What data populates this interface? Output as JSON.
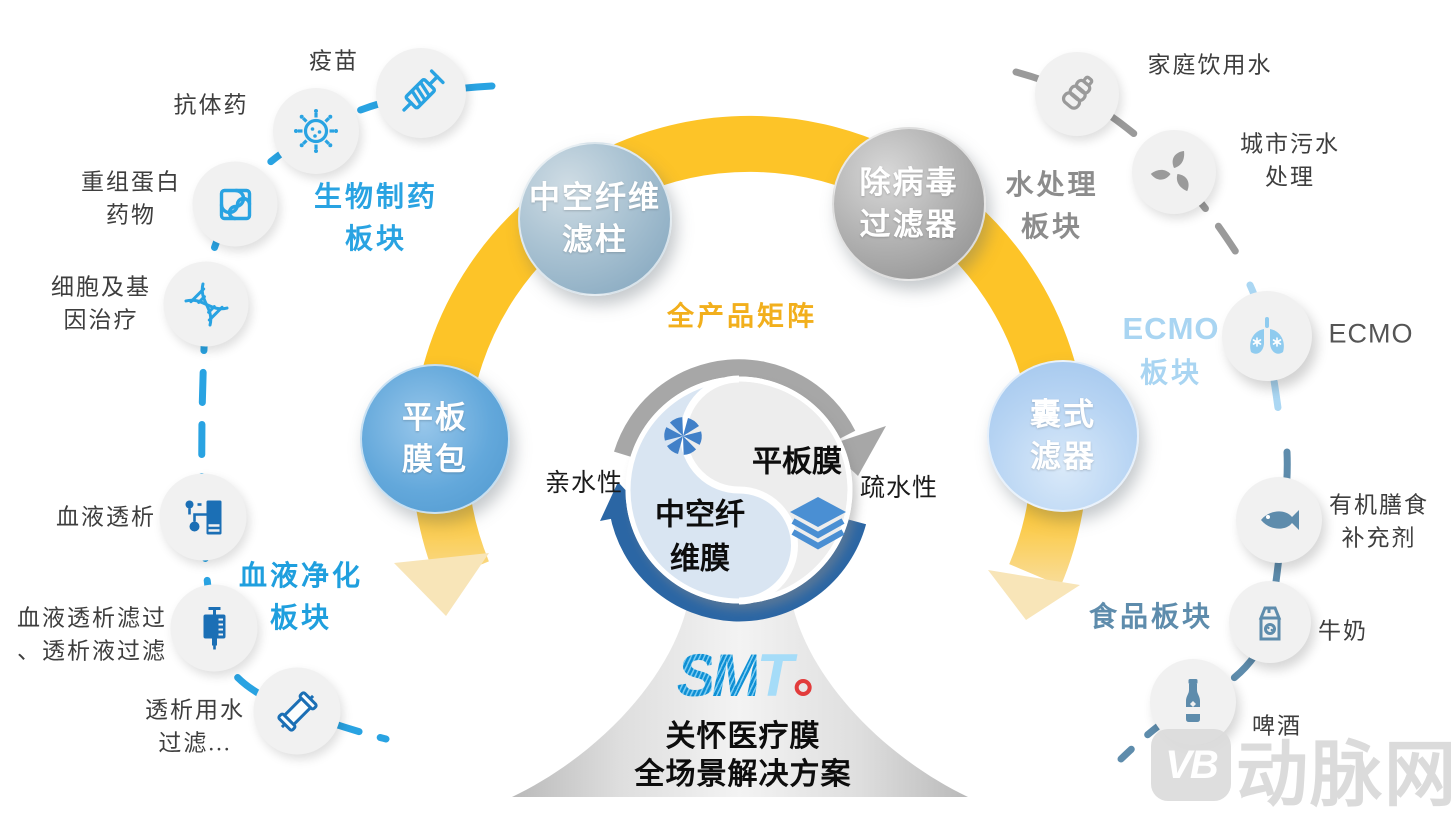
{
  "colors": {
    "ring_gold": "#FDC428",
    "ring_fade": "#F8E5B8",
    "matrix_gold": "#F2AF1C",
    "biopharma_blue": "#29A3E2",
    "blood_blue": "#1B6FB5",
    "water_gray": "#9A9A9A",
    "ecmo_light_blue": "#A9D5F2",
    "food_steel_blue": "#5E8CAC",
    "cycle_arrow_gray": "#A7A7A7",
    "cycle_arrow_blue": "#2B66A4",
    "yin_fill": "#D9E5F2",
    "yang_fill": "#EDEDED",
    "logo_blue": "#1FA0E0",
    "logo_red": "#E23C3C"
  },
  "center": {
    "matrix_label": "全产品矩阵",
    "hollow_fiber_line1": "中空纤",
    "hollow_fiber_line2": "维膜",
    "hydrophilic": "亲水性",
    "flat_membrane": "平板膜",
    "hydrophobic": "疏水性",
    "hollow_icon": "aperture-icon",
    "flat_icon": "layers-icon"
  },
  "products": [
    {
      "line1": "中空纤维",
      "line2": "滤柱"
    },
    {
      "line1": "除病毒",
      "line2": "过滤器"
    },
    {
      "line1": "平板",
      "line2": "膜包"
    },
    {
      "line1": "囊式",
      "line2": "滤器"
    }
  ],
  "sectors": [
    {
      "title_line1": "生物制药",
      "title_line2": "板块",
      "items": [
        {
          "label": "疫苗",
          "icon": "syringe-icon"
        },
        {
          "label": "抗体药",
          "icon": "virus-icon"
        },
        {
          "line1": "重组蛋白",
          "line2": "药物",
          "icon": "puzzle-icon"
        },
        {
          "line1": "细胞及基",
          "line2": "因治疗",
          "icon": "dna-icon"
        }
      ]
    },
    {
      "title_line1": "血液净化",
      "title_line2": "板块",
      "items": [
        {
          "label": "血液透析",
          "icon": "dialysis-machine-icon"
        },
        {
          "line1": "血液透析滤过",
          "line2": "、透析液过滤",
          "icon": "iv-bag-icon"
        },
        {
          "line1": "透析用水",
          "line2": "过滤...",
          "icon": "dialyzer-icon"
        }
      ]
    },
    {
      "title_line1": "水处理",
      "title_line2": "板块",
      "items": [
        {
          "label": "家庭饮用水",
          "icon": "water-bottle-icon"
        },
        {
          "line1": "城市污水",
          "line2": "处理",
          "icon": "leaves-icon"
        }
      ]
    },
    {
      "title_line1": "ECMO",
      "title_line2": "板块",
      "items": [
        {
          "label": "ECMO",
          "icon": "lungs-icon"
        }
      ]
    },
    {
      "title": "食品板块",
      "items": [
        {
          "line1": "有机膳食",
          "line2": "补充剂",
          "icon": "fish-icon"
        },
        {
          "label": "牛奶",
          "icon": "milk-carton-icon"
        },
        {
          "label": "啤酒",
          "icon": "beer-bottle-icon"
        }
      ]
    }
  ],
  "footer": {
    "logo_s": "S",
    "logo_m": "M",
    "logo_t": "T",
    "tagline_line1": "关怀医疗膜",
    "tagline_line2": "全场景解决方案"
  },
  "watermark": {
    "logo": "VB",
    "text": "动脉网"
  }
}
